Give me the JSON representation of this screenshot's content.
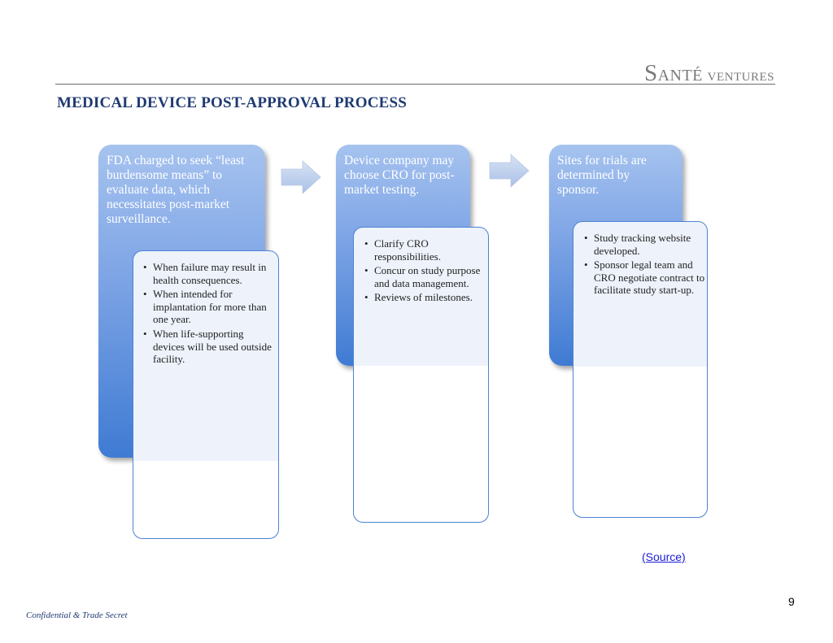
{
  "header": {
    "logo_initial": "S",
    "logo_rest": "anté",
    "logo_second": " ventures",
    "title": "MEDICAL DEVICE POST-APPROVAL PROCESS"
  },
  "steps": [
    {
      "heading": "FDA charged to seek “least burdensome means” to evaluate data, which necessitates post-market surveillance.",
      "bullets": [
        "When failure may result in health consequences.",
        "When intended for implantation for more than one year.",
        "When life-supporting devices will be used outside facility."
      ]
    },
    {
      "heading": "Device company may choose CRO for post-market testing.",
      "bullets": [
        "Clarify CRO responsibilities.",
        "Concur on study purpose and data management.",
        "Reviews of milestones."
      ]
    },
    {
      "heading": "Sites for trials are determined by sponsor.",
      "bullets": [
        "Study tracking website developed.",
        "Sponsor legal team and CRO negotiate contract to facilitate study start-up."
      ]
    }
  ],
  "footer": {
    "source_link": "(Source)",
    "page_number": "9",
    "confidential": "Confidential & Trade Secret"
  }
}
